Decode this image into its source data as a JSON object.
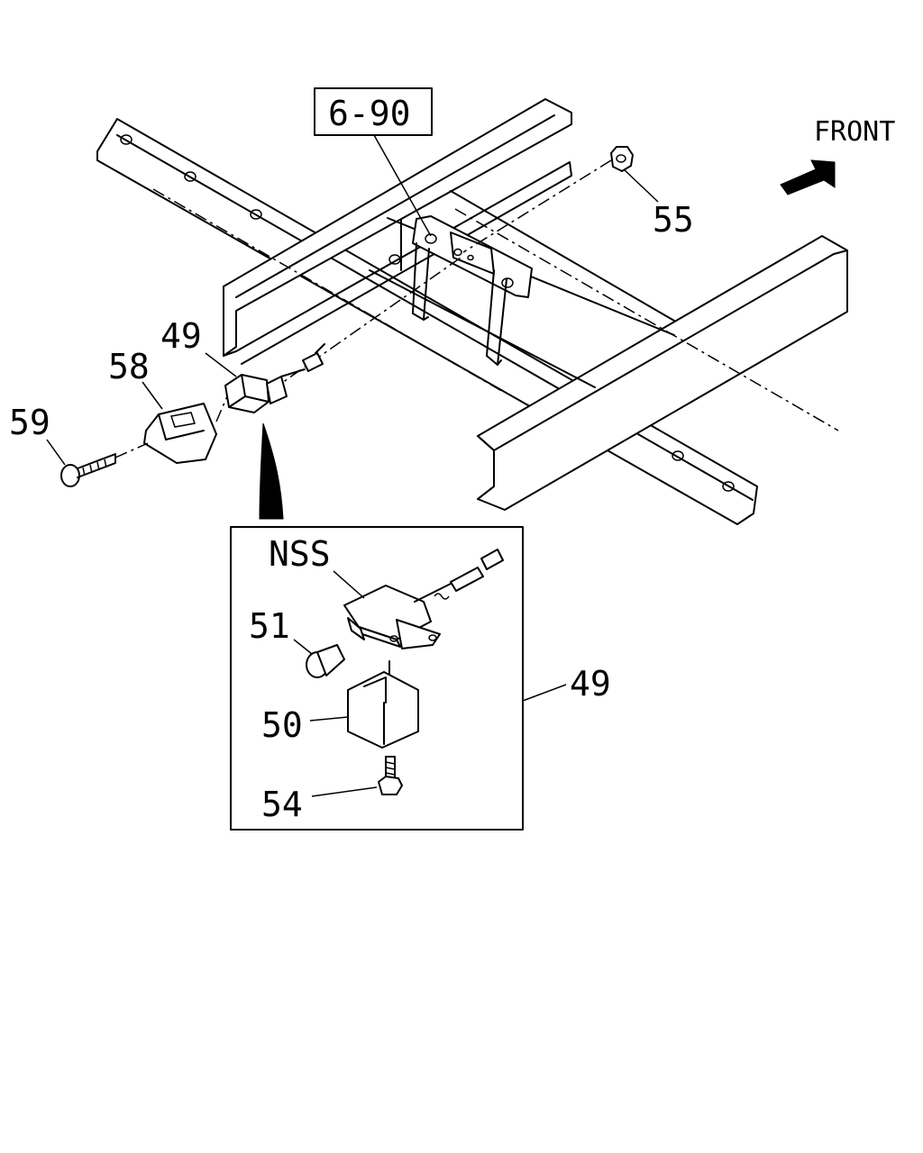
{
  "labels": {
    "ref_box": "6-90",
    "front": "FRONT",
    "p55": "55",
    "p49_top": "49",
    "p58": "58",
    "p59": "59",
    "nss": "NSS",
    "p51": "51",
    "p50": "50",
    "p54": "54",
    "p49_detail": "49"
  }
}
